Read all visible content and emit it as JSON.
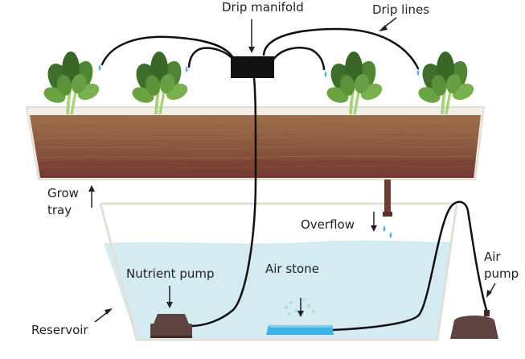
{
  "labels": {
    "drip_manifold": "Drip manifold",
    "drip_lines": "Drip lines",
    "grow_tray_line1": "Grow",
    "grow_tray_line2": "tray",
    "overflow": "Overflow",
    "air_stone": "Air stone",
    "nutrient_pump": "Nutrient pump",
    "air_pump_line1": "Air",
    "air_pump_line2": "pump",
    "reservoir": "Reservoir"
  },
  "colors": {
    "soil_top": "#9a6a4a",
    "soil_mid": "#87553c",
    "soil_bottom": "#7b4038",
    "tray_edge": "#e8e4dc",
    "water": "#d3ebf1",
    "reservoir_edge": "#e3dfd6",
    "pump": "#5e4340",
    "air_stone": "#3ab3e5",
    "tube": "#111111",
    "leaf_dark": "#3f6e2a",
    "leaf_light": "#6aa244",
    "stem": "#a9d27a",
    "droplet": "#5ab4e0"
  },
  "icons": {
    "plants": [
      "plant-icon",
      "plant-icon",
      "plant-icon",
      "plant-icon"
    ],
    "drops": "droplet-icon"
  }
}
